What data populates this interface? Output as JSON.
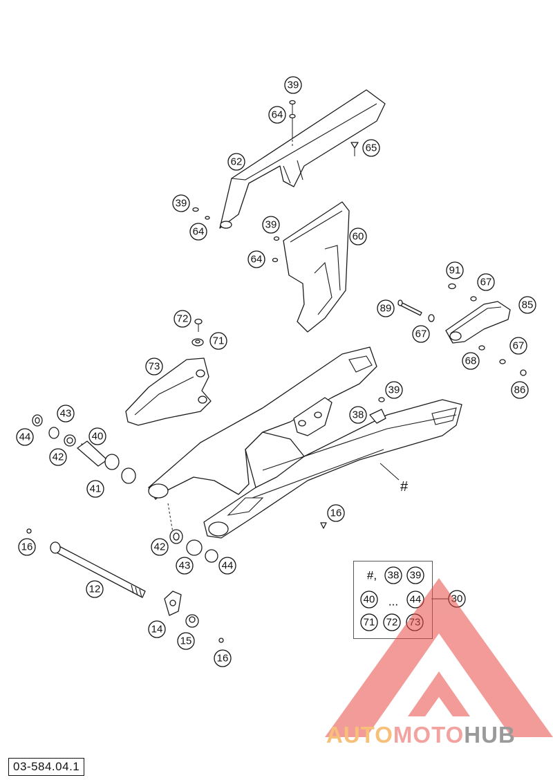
{
  "diagram": {
    "drawing_number": "03-584.04.1",
    "callouts": [
      {
        "id": "39",
        "label": "39"
      },
      {
        "id": "64",
        "label": "64"
      },
      {
        "id": "65",
        "label": "65"
      },
      {
        "id": "62",
        "label": "62"
      },
      {
        "id": "60",
        "label": "60"
      },
      {
        "id": "91",
        "label": "91"
      },
      {
        "id": "67",
        "label": "67"
      },
      {
        "id": "85",
        "label": "85"
      },
      {
        "id": "89",
        "label": "89"
      },
      {
        "id": "68",
        "label": "68"
      },
      {
        "id": "86",
        "label": "86"
      },
      {
        "id": "72",
        "label": "72"
      },
      {
        "id": "71",
        "label": "71"
      },
      {
        "id": "73",
        "label": "73"
      },
      {
        "id": "38",
        "label": "38"
      },
      {
        "id": "43",
        "label": "43"
      },
      {
        "id": "44",
        "label": "44"
      },
      {
        "id": "40",
        "label": "40"
      },
      {
        "id": "42",
        "label": "42"
      },
      {
        "id": "41",
        "label": "41"
      },
      {
        "id": "16",
        "label": "16"
      },
      {
        "id": "12",
        "label": "12"
      },
      {
        "id": "14",
        "label": "14"
      },
      {
        "id": "15",
        "label": "15"
      },
      {
        "id": "30",
        "label": "30"
      }
    ],
    "swingarm_marker": "#",
    "kit": {
      "ref_number": "30",
      "row1": [
        "#,",
        "38",
        "39"
      ],
      "row2": [
        "40",
        "...",
        "44"
      ],
      "row3": [
        "71",
        "72",
        "73"
      ]
    }
  },
  "watermark": {
    "part1": "AUTO",
    "part2": "MOTO",
    "part3": "HUB",
    "colors": {
      "triangle": "#e84a45",
      "auto": "#f6c07a",
      "moto": "#f2a3a0",
      "hub": "#9a9a9a"
    }
  }
}
